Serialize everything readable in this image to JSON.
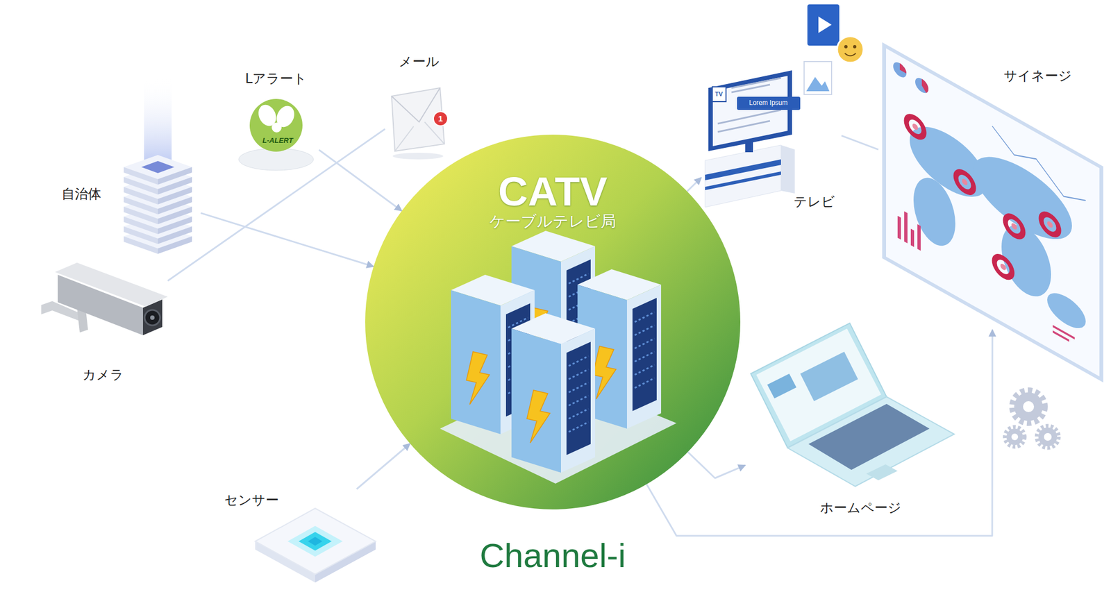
{
  "diagram": {
    "nodes": [
      {
        "text": [
          "自治体"
        ]
      },
      {
        "text": [
          "Lアラート"
        ]
      },
      {
        "text": [
          "メール"
        ]
      },
      {
        "text": [
          "カメラ"
        ]
      },
      {
        "text": [
          "センサー"
        ]
      },
      {
        "text": [
          "CATV",
          "ケーブルテレビ局"
        ]
      },
      {
        "text": [
          "テレビ"
        ]
      },
      {
        "text": [
          "サイネージ"
        ]
      },
      {
        "text": [
          "ホームページ"
        ]
      }
    ],
    "edges": [
      {
        "from": 0,
        "to": 5,
        "arrow": "to"
      },
      {
        "from": 1,
        "to": 5,
        "arrow": "to"
      },
      {
        "from": 3,
        "to": 2,
        "arrow": "none"
      },
      {
        "from": 4,
        "to": 5,
        "arrow": "to"
      },
      {
        "from": 5,
        "to": 6,
        "arrow": "to"
      },
      {
        "from": 6,
        "to": 7,
        "arrow": "none"
      },
      {
        "from": 5,
        "to": 8,
        "arrow": "to"
      },
      {
        "from": 5,
        "to": 7,
        "arrow": "to"
      }
    ],
    "labels": [
      "L-ALERT",
      "1",
      "TV",
      "Lorem Ipsum",
      "Channel-i"
    ]
  }
}
